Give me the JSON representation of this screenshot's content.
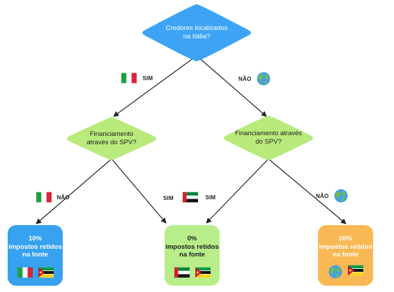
{
  "colors": {
    "root_diamond": "#3da4f5",
    "question_diamond": "#b8ea7c",
    "box_blue": "#36a2f0",
    "box_green": "#b8ee8a",
    "box_orange": "#f9b854",
    "arrow": "#222222"
  },
  "root": {
    "line1": "Credores localizados",
    "line2": "na Itália?"
  },
  "left_question": {
    "line1": "Financiamento",
    "line2": "através do SPV?"
  },
  "right_question": {
    "line1": "Financiamento através",
    "line2": "do SPV?"
  },
  "branches": {
    "root_yes": {
      "label": "SIM",
      "icon": "italy-flag"
    },
    "root_no": {
      "label": "NÃO",
      "icon": "globe"
    },
    "left_no": {
      "label": "NÃO",
      "icon": "italy-flag"
    },
    "left_yes": {
      "label": "SIM"
    },
    "right_yes": {
      "label": "SIM",
      "icon": "uae-flag"
    },
    "right_no": {
      "label": "NÃO",
      "icon": "globe"
    }
  },
  "outcomes": [
    {
      "line1": "10%",
      "line2": "impostos retidos",
      "line3": "na fonte",
      "icons": [
        "italy-flag",
        "mozambique-flag"
      ]
    },
    {
      "line1": "0%",
      "line2": "impostos retidos",
      "line3": "na fonte",
      "icons": [
        "uae-flag",
        "mozambique-flag"
      ]
    },
    {
      "line1": "20%",
      "line2": "impostos retidos",
      "line3": "na fonte",
      "icons": [
        "globe",
        "mozambique-flag"
      ]
    }
  ]
}
